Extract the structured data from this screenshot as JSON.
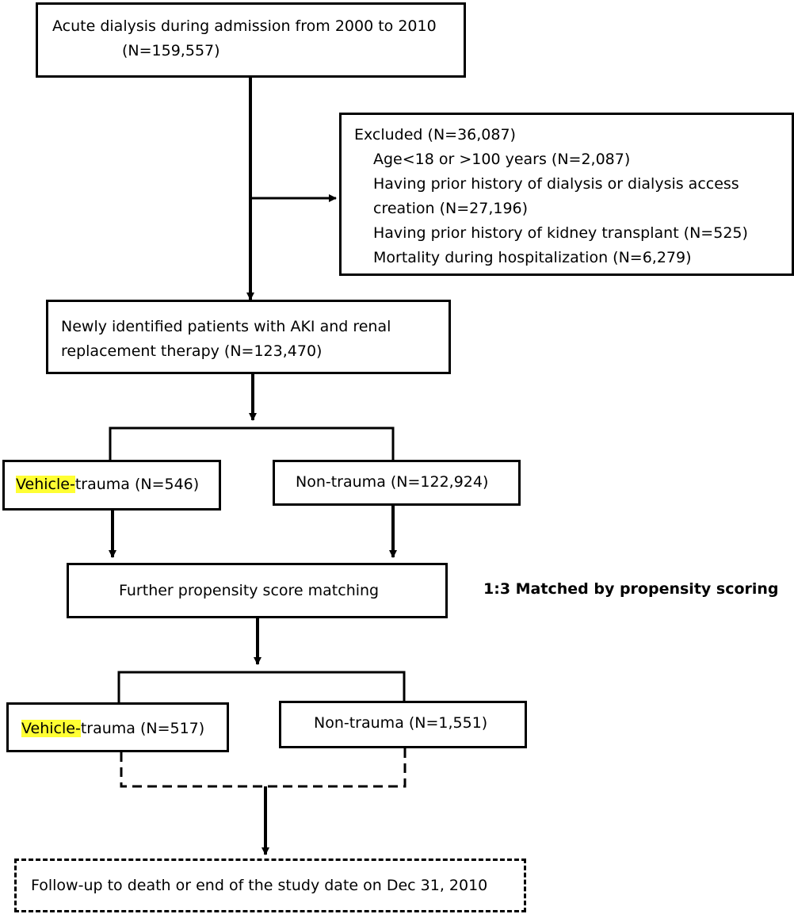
{
  "flowchart": {
    "start": {
      "line1": "Acute dialysis during admission from 2000 to 2010",
      "line2": "(N=159,557)"
    },
    "excluded": {
      "title": "Excluded (N=36,087)",
      "items": [
        "Age<18 or >100 years (N=2,087)",
        "Having prior history of dialysis or dialysis access",
        "creation (N=27,196)",
        "Having prior history of kidney transplant (N=525)",
        "Mortality during hospitalization (N=6,279)"
      ]
    },
    "newly_identified": {
      "line1": "Newly identified patients with AKI and renal",
      "line2": "replacement therapy (N=123,470)"
    },
    "vehicle_trauma_1": {
      "highlight": "Vehicle-",
      "rest": "trauma (N=546)"
    },
    "non_trauma_1": "Non-trauma (N=122,924)",
    "matching": "Further propensity score matching",
    "matching_note": "1:3 Matched by propensity scoring",
    "vehicle_trauma_2": {
      "highlight": "Vehicle-",
      "rest": "trauma (N=517)"
    },
    "non_trauma_2": "Non-trauma (N=1,551)",
    "followup": "Follow-up to death or end of the study date on Dec 31, 2010"
  }
}
